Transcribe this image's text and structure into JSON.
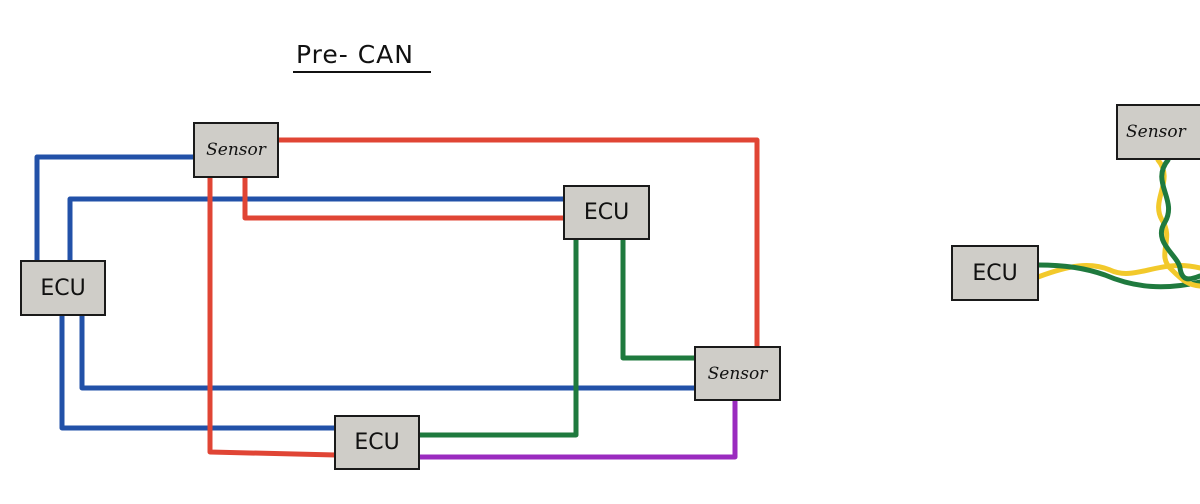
{
  "title": "Pre- CAN",
  "nodes": {
    "sensor_top": "Sensor",
    "ecu_right_top": "ECU",
    "ecu_left": "ECU",
    "sensor_right": "Sensor",
    "ecu_bottom": "ECU",
    "ecu_can": "ECU",
    "sensor_can": "Sensor"
  },
  "colors": {
    "blue": "#2251a8",
    "red": "#e04535",
    "green": "#1f7a3e",
    "purple": "#9a2bbf",
    "yellow": "#f2c92b",
    "box_fill": "#cfcdc8"
  }
}
